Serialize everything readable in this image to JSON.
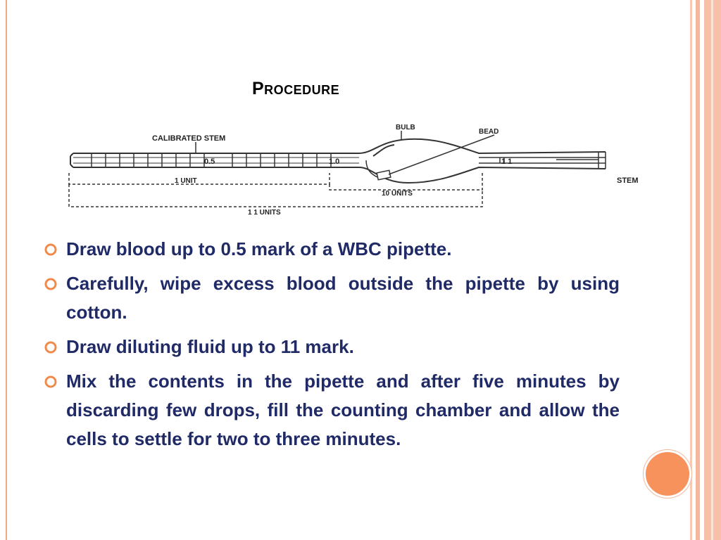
{
  "slide": {
    "title": "Procedure",
    "diagram": {
      "labels": {
        "calibrated_stem": "CALIBRATED STEM",
        "bulb": "BULB",
        "bead": "BEAD",
        "stem": "STEM",
        "mark_05": "0.5",
        "mark_10": "1.0",
        "mark_11": "1 1",
        "one_unit": "1 UNIT",
        "ten_units": "10  UNITS",
        "eleven_units": "1  1 UNITS"
      }
    },
    "bullets": [
      "Draw blood up to 0.5 mark of a WBC pipette.",
      "Carefully, wipe excess blood outside the pipette by using cotton.",
      "Draw diluting fluid up to 11 mark.",
      "Mix the contents in the pipette and after five minutes by discarding few drops, fill the counting chamber and allow the cells to settle for two to three minutes."
    ],
    "colors": {
      "accent": "#f7925c",
      "bullet_icon": "#f08a4b",
      "text": "#1f2a66",
      "frame": "#f4b79c"
    },
    "bullet_icon_name": "ring-bullet-icon"
  }
}
